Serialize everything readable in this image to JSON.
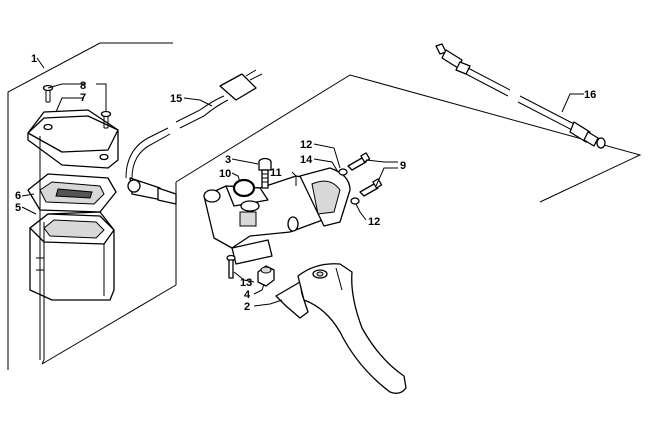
{
  "diagram": {
    "callouts": [
      {
        "id": "1",
        "text": "1"
      },
      {
        "id": "2",
        "text": "2"
      },
      {
        "id": "3",
        "text": "3"
      },
      {
        "id": "4",
        "text": "4"
      },
      {
        "id": "5",
        "text": "5"
      },
      {
        "id": "6",
        "text": "6"
      },
      {
        "id": "7",
        "text": "7"
      },
      {
        "id": "8",
        "text": "8"
      },
      {
        "id": "9",
        "text": "9"
      },
      {
        "id": "10",
        "text": "10"
      },
      {
        "id": "11",
        "text": "11"
      },
      {
        "id": "12a",
        "text": "12"
      },
      {
        "id": "12b",
        "text": "12"
      },
      {
        "id": "13",
        "text": "13"
      },
      {
        "id": "14",
        "text": "14"
      },
      {
        "id": "15",
        "text": "15"
      },
      {
        "id": "16",
        "text": "16"
      }
    ]
  }
}
